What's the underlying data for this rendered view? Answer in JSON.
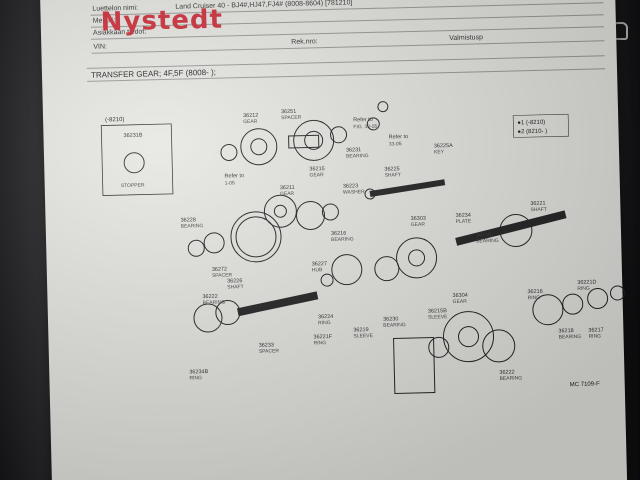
{
  "header": {
    "brand": "Nystedt",
    "catalog_label": "Luettelon nimi:",
    "catalog_value": "Land Cruiser 40 - BJ4#,HJ47,FJ4# (8008-8604) [781210]",
    "make_label": "Merkki:",
    "customer_label": "Asiakkaan tiedot:",
    "vin_label": "VIN:",
    "reg_label": "Rek.nro:",
    "year_label": "Valmistusp"
  },
  "section": {
    "title": "TRANSFER GEAR; 4F,5F (8008- );"
  },
  "diagram": {
    "top_left_box": "(-8210)",
    "top_left_part": "36231B",
    "top_left_name": "STOPPER",
    "corner_note": [
      "●1 (-8210)",
      "●2 (8210- )"
    ],
    "refs": [
      {
        "label": "Refer to",
        "sub": "FIG. 33-05"
      },
      {
        "label": "Refer to",
        "sub": "33-05"
      },
      {
        "label": "Refer to",
        "sub": "1-05"
      }
    ],
    "bottom_code": "MC 7109-F",
    "parts": [
      {
        "num": "36212",
        "name": "GEAR"
      },
      {
        "num": "36251",
        "name": "SPACER"
      },
      {
        "num": "36215",
        "name": "GEAR"
      },
      {
        "num": "36231",
        "name": "BEARING"
      },
      {
        "num": "36225",
        "name": "SHAFT"
      },
      {
        "num": "36223",
        "name": "WASHER"
      },
      {
        "num": "36225A",
        "name": "KEY"
      },
      {
        "num": "36211",
        "name": "GEAR"
      },
      {
        "num": "36221",
        "name": "SHAFT"
      },
      {
        "num": "36216",
        "name": "BEARING"
      },
      {
        "num": "36303",
        "name": "GEAR"
      },
      {
        "num": "36218",
        "name": "BEARING"
      },
      {
        "num": "36234",
        "name": "PLATE"
      },
      {
        "num": "36228",
        "name": "BEARING"
      },
      {
        "num": "36272",
        "name": "SPACER"
      },
      {
        "num": "36227",
        "name": "HUB"
      },
      {
        "num": "36219",
        "name": "SLEEVE"
      },
      {
        "num": "36230",
        "name": "BEARING"
      },
      {
        "num": "36224",
        "name": "RING"
      },
      {
        "num": "36221F",
        "name": "RING"
      },
      {
        "num": "36233",
        "name": "SPACER"
      },
      {
        "num": "36304",
        "name": "GEAR"
      },
      {
        "num": "36215B",
        "name": "SLEEVE"
      },
      {
        "num": "36216",
        "name": "RING"
      },
      {
        "num": "36222",
        "name": "BEARING"
      },
      {
        "num": "36226",
        "name": "SHAFT"
      },
      {
        "num": "36234B",
        "name": "RING"
      },
      {
        "num": "36222",
        "name": "BEARING"
      },
      {
        "num": "36221D",
        "name": "RING"
      },
      {
        "num": "36218",
        "name": "BEARING"
      },
      {
        "num": "36217",
        "name": "RING"
      }
    ]
  }
}
